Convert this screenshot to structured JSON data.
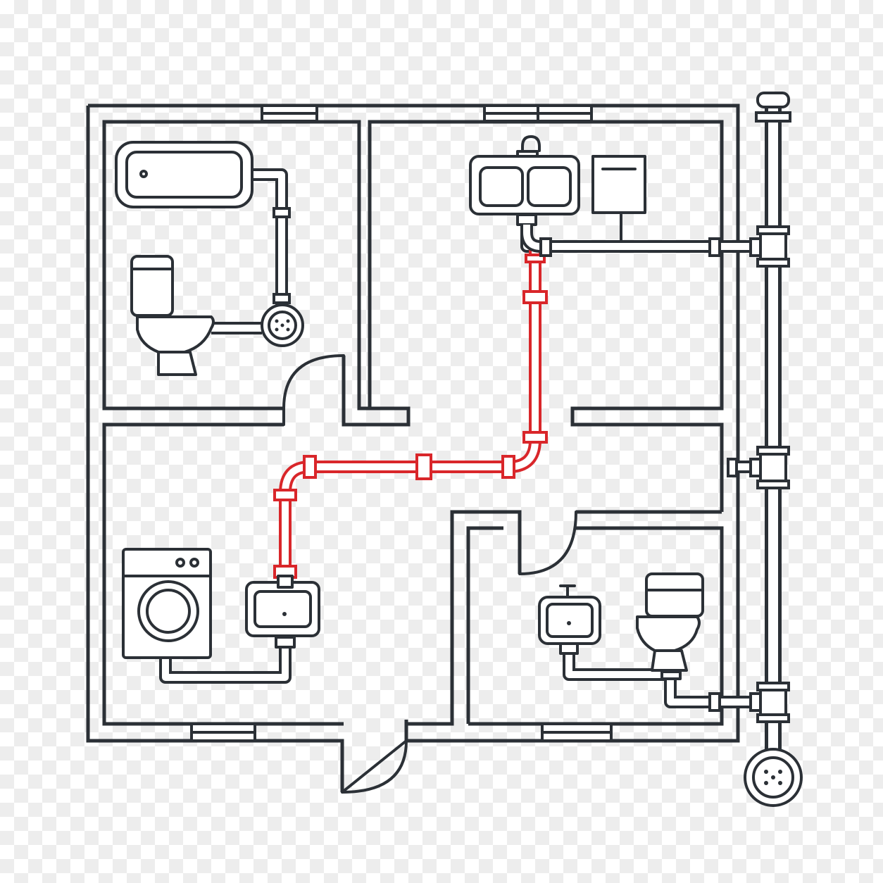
{
  "diagram": {
    "subject": "floor-plan-plumbing",
    "colors": {
      "outline": "#2b3036",
      "highlight_pipe": "#d9262a",
      "fill": "#ffffff",
      "checker": "#ededed"
    },
    "rooms": [
      "bathroom",
      "kitchen",
      "laundry",
      "hall",
      "washroom"
    ],
    "fixtures": [
      "bathtub-icon",
      "toilet-icon",
      "floor-drain-icon",
      "double-sink-icon",
      "water-heater-icon",
      "washing-machine-icon",
      "laundry-sink-icon",
      "washbasin-icon",
      "main-drain-icon"
    ],
    "pipes": {
      "highlighted": "supply-line-kitchen-to-laundry",
      "vertical_stack": "main-vent-stack"
    }
  }
}
